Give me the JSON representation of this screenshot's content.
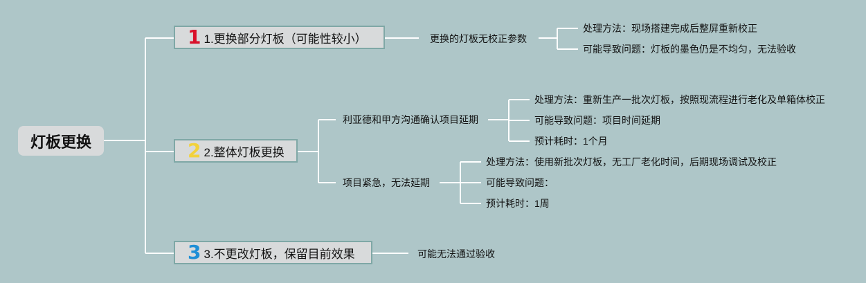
{
  "root": {
    "label": "灯板更换"
  },
  "branches": [
    {
      "number": "1",
      "number_color": "#d9102a",
      "label": "1.更换部分灯板（可能性较小）",
      "children": [
        {
          "label": "更换的灯板无校正参数",
          "details": [
            "处理方法：现场搭建完成后整屏重新校正",
            "可能导致问题：灯板的墨色仍是不均匀，无法验收"
          ]
        }
      ]
    },
    {
      "number": "2",
      "number_color": "#f2d23c",
      "label": "2.整体灯板更换",
      "children": [
        {
          "label": "利亚德和甲方沟通确认项目延期",
          "details": [
            "处理方法：重新生产一批次灯板，按照现流程进行老化及单箱体校正",
            "可能导致问题：项目时间延期",
            "预计耗时：1个月"
          ]
        },
        {
          "label": "项目紧急，无法延期",
          "details": [
            "处理方法：使用新批次灯板，无工厂老化时间，后期现场调试及校正",
            "可能导致问题：",
            "预计耗时：1周"
          ]
        }
      ]
    },
    {
      "number": "3",
      "number_color": "#1f8fd6",
      "label": "3.不更改灯板，保留目前效果",
      "children": [
        {
          "label": "可能无法通过验收",
          "details": []
        }
      ]
    }
  ],
  "colors": {
    "background": "#aec6c8",
    "connector": "#ffffff",
    "node_fill": "#d8dadb",
    "node_border": "#7fa8a6"
  }
}
